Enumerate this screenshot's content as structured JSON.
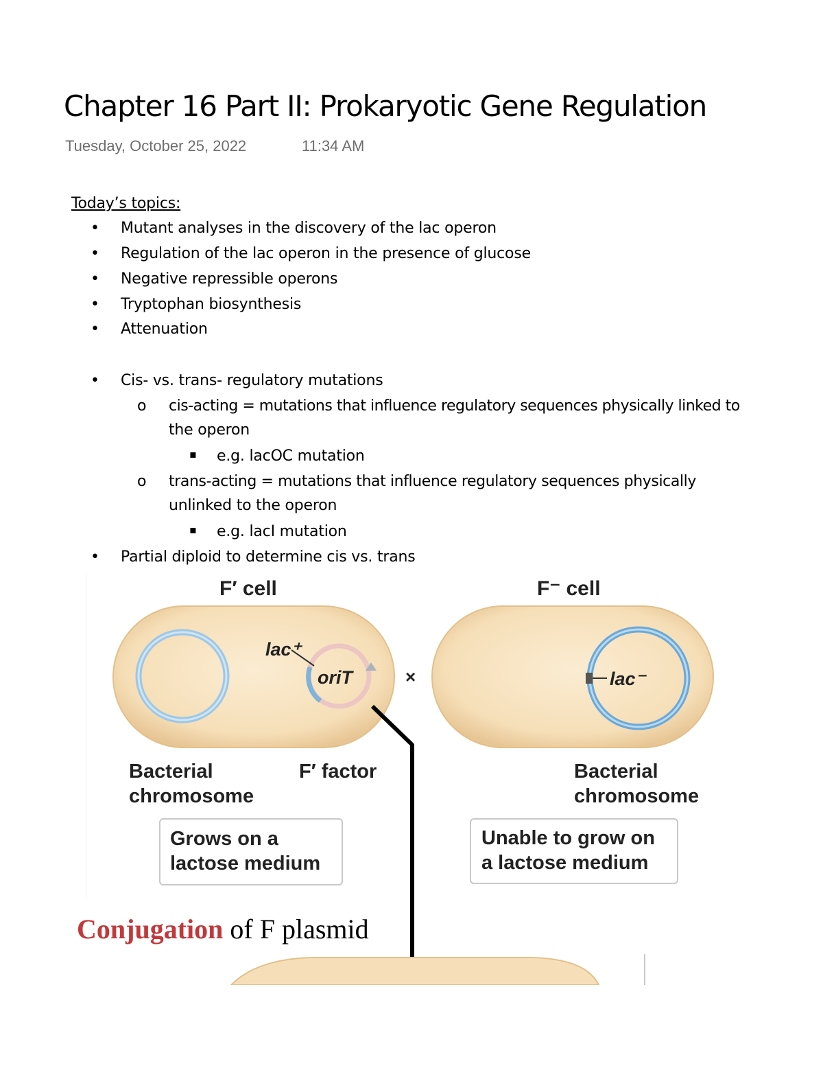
{
  "page": {
    "title": "Chapter 16 Part II: Prokaryotic Gene Regulation",
    "date": "Tuesday, October 25, 2022",
    "time": "11:34 AM"
  },
  "notes": {
    "heading": "Today’s topics:",
    "topics": [
      "Mutant analyses in the discovery of the lac operon",
      "Regulation of the lac operon in the presence of glucose",
      "Negative repressible operons",
      "Tryptophan biosynthesis",
      "Attenuation"
    ],
    "cis_trans": {
      "label": "Cis- vs. trans- regulatory mutations",
      "cis_line1": "cis-acting = mutations that influence regulatory sequences physically linked to",
      "cis_line2": "the operon",
      "cis_example": "e.g. lacOC mutation",
      "trans_line1": "trans-acting = mutations that influence regulatory sequences physically",
      "trans_line2": "unlinked to the operon",
      "trans_example": "e.g. lacI mutation"
    },
    "partial_diploid": "Partial diploid to determine cis vs. trans"
  },
  "figure": {
    "fprime_cell_label": "F′ cell",
    "fminus_cell_label": "F⁻ cell",
    "lac_plus": "lac⁺",
    "oriT": "oriT",
    "cross": "×",
    "lac_minus": "lac⁻",
    "left_chrom_line1": "Bacterial",
    "left_chrom_line2": "chromosome",
    "ffactor": "F′ factor",
    "right_chrom_line1": "Bacterial",
    "right_chrom_line2": "chromosome",
    "left_box_line1": "Grows on a",
    "left_box_line2": "lactose medium",
    "right_box_line1": "Unable to grow on",
    "right_box_line2": "a lactose medium"
  },
  "caption": {
    "highlight": "Conjugation",
    "rest": " of F plasmid"
  },
  "colors": {
    "cell_fill": "#f6dfb8",
    "chromosome_blue": "#7fb3d9",
    "plasmid_pink": "#e8b9b4",
    "caption_red": "#c0393b"
  }
}
